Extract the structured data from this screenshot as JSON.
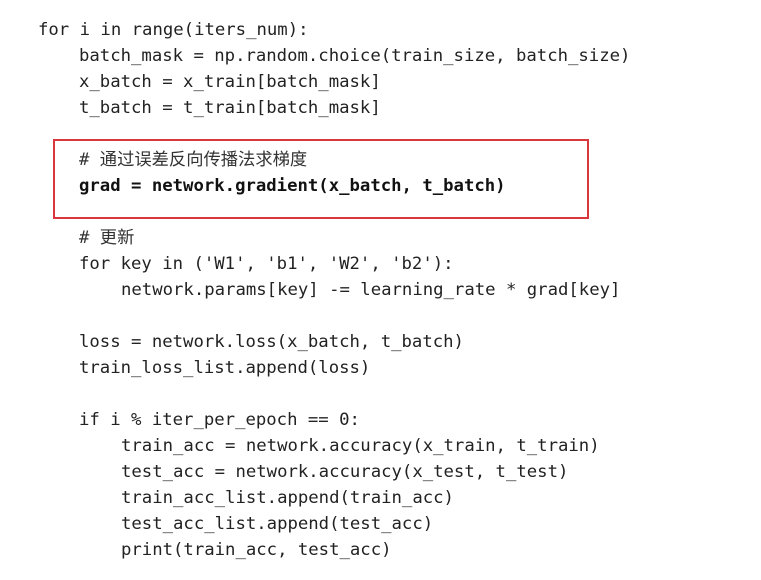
{
  "code": {
    "l1": "for i in range(iters_num):",
    "l2": "batch_mask = np.random.choice(train_size, batch_size)",
    "l3": "x_batch = x_train[batch_mask]",
    "l4": "t_batch = t_train[batch_mask]",
    "l5": "# 通过误差反向传播法求梯度",
    "l6": "grad = network.gradient(x_batch, t_batch)",
    "l7": "# 更新",
    "l8": "for key in ('W1', 'b1', 'W2', 'b2'):",
    "l9": "network.params[key] -= learning_rate * grad[key]",
    "l10": "loss = network.loss(x_batch, t_batch)",
    "l11": "train_loss_list.append(loss)",
    "l12": "if i % iter_per_epoch == 0:",
    "l13": "train_acc = network.accuracy(x_train, t_train)",
    "l14": "test_acc = network.accuracy(x_test, t_test)",
    "l15": "train_acc_list.append(train_acc)",
    "l16": "test_acc_list.append(test_acc)",
    "l17": "print(train_acc, test_acc)"
  },
  "highlight": {
    "color": "#d9363e"
  }
}
